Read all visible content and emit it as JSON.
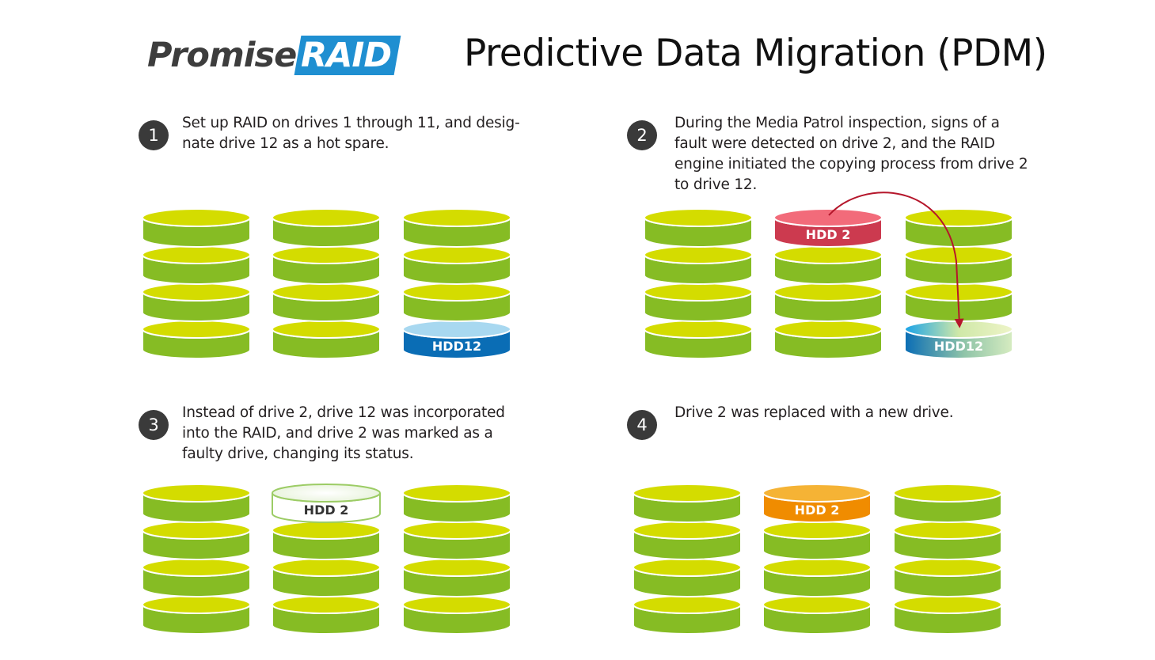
{
  "logo": {
    "promise": "Promise",
    "raid": "RAID"
  },
  "title": "Predictive Data Migration (PDM)",
  "steps": [
    {
      "num": "1",
      "text": "Set up RAID on drives 1 through 11, and desig-\nnate drive 12 as a hot spare."
    },
    {
      "num": "2",
      "text": "During the Media Patrol inspection, signs of a\nfault were detected on drive 2, and the RAID\nengine initiated the copying process from drive 2\nto drive 12."
    },
    {
      "num": "3",
      "text": "Instead of drive 2, drive 12 was incorporated\ninto the RAID, and drive 2 was marked as a\nfaulty drive, changing its status."
    },
    {
      "num": "4",
      "text": "Drive 2 was replaced with a new drive."
    }
  ],
  "labels": {
    "hdd12": "HDD12",
    "hdd2": "HDD 2"
  },
  "colors": {
    "drive_side": "#86bc24",
    "drive_top": "#d4dc00",
    "hot_spare_side": "#0a6db5",
    "hot_spare_top": "#a8d8f0",
    "faulty_side": "#cc3a4f",
    "faulty_top": "#f26b7a",
    "removed_outline": "#9ccc65",
    "new_side": "#f08c00",
    "new_top": "#f5b335",
    "arrow": "#b5162b",
    "step_badge": "#3a3a3a",
    "logo_blue": "#1f8fd1"
  }
}
